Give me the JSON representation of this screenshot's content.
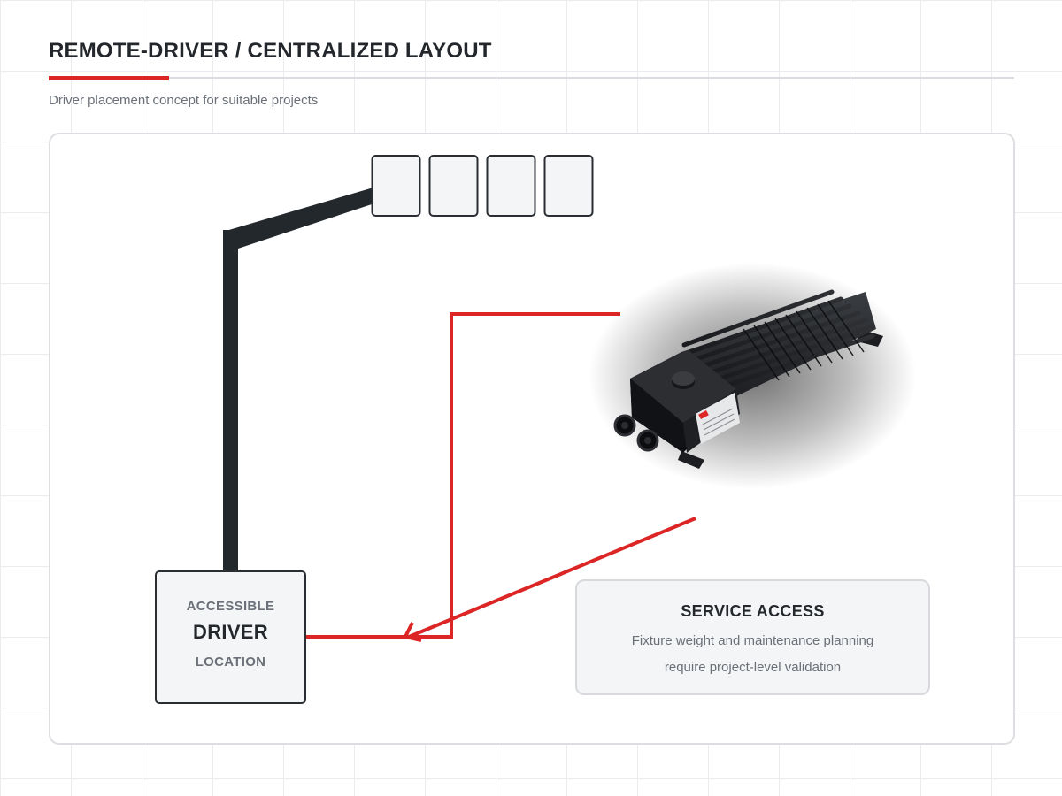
{
  "header": {
    "title": "REMOTE-DRIVER / CENTRALIZED LAYOUT",
    "subtitle": "Driver placement concept for suitable projects"
  },
  "driver_location": {
    "line1": "ACCESSIBLE",
    "line2": "DRIVER",
    "line3": "LOCATION"
  },
  "service_access": {
    "title": "SERVICE ACCESS",
    "line1": "Fixture weight and maintenance planning",
    "line2": "require project-level validation"
  },
  "fixtures": {
    "count": 4
  },
  "colors": {
    "accent": "#dc2626",
    "cable": "#23282d",
    "box_border": "#2a2e33",
    "box_fill": "#f4f5f7",
    "text_dark": "#24282c",
    "text_muted": "#6b7078"
  },
  "icons": {
    "driver_unit": "led-driver-product-image",
    "arrow": "arrow-head-icon"
  }
}
